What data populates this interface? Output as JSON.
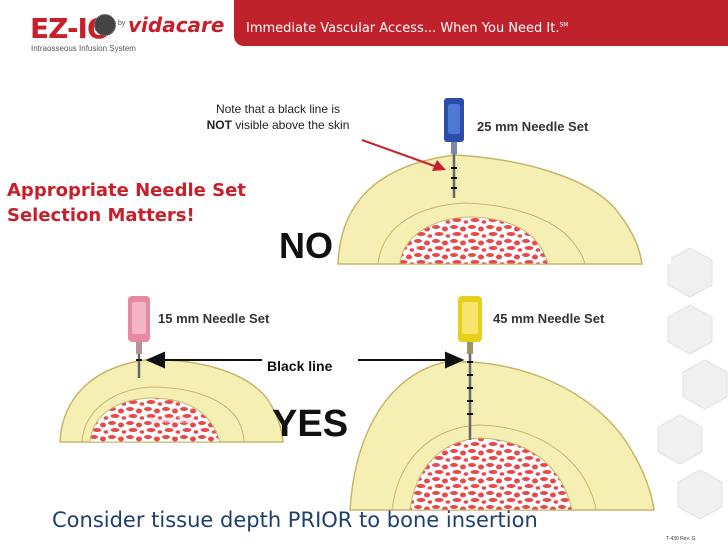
{
  "header": {
    "logo_main": "EZ-IO",
    "logo_by": "by",
    "logo_brand": "vidacare",
    "logo_subtitle": "Intraosseous Infusion System",
    "banner_text": "Immediate Vascular Access... When You Need It.",
    "banner_mark": "SM"
  },
  "note": {
    "line1": "Note that a black line is",
    "bold": "NOT",
    "line2_rest": " visible above the skin"
  },
  "heading": {
    "line1": "Appropriate Needle Set",
    "line2": "Selection Matters!"
  },
  "panels": {
    "top": {
      "label": "25 mm Needle Set",
      "verdict": "NO"
    },
    "left": {
      "label": "15 mm Needle Set",
      "watermark": "Needle Size"
    },
    "right": {
      "label": "45 mm Needle Set",
      "verdict": "YES"
    }
  },
  "black_line_label": "Black line",
  "footer": "Consider tissue depth PRIOR to bone insertion",
  "revision": "T-430 Rev. G",
  "colors": {
    "brand_red": "#c0222c",
    "tissue": "#f6efb4",
    "bone": "#e74a4a",
    "footer_blue": "#1f3f6e"
  }
}
